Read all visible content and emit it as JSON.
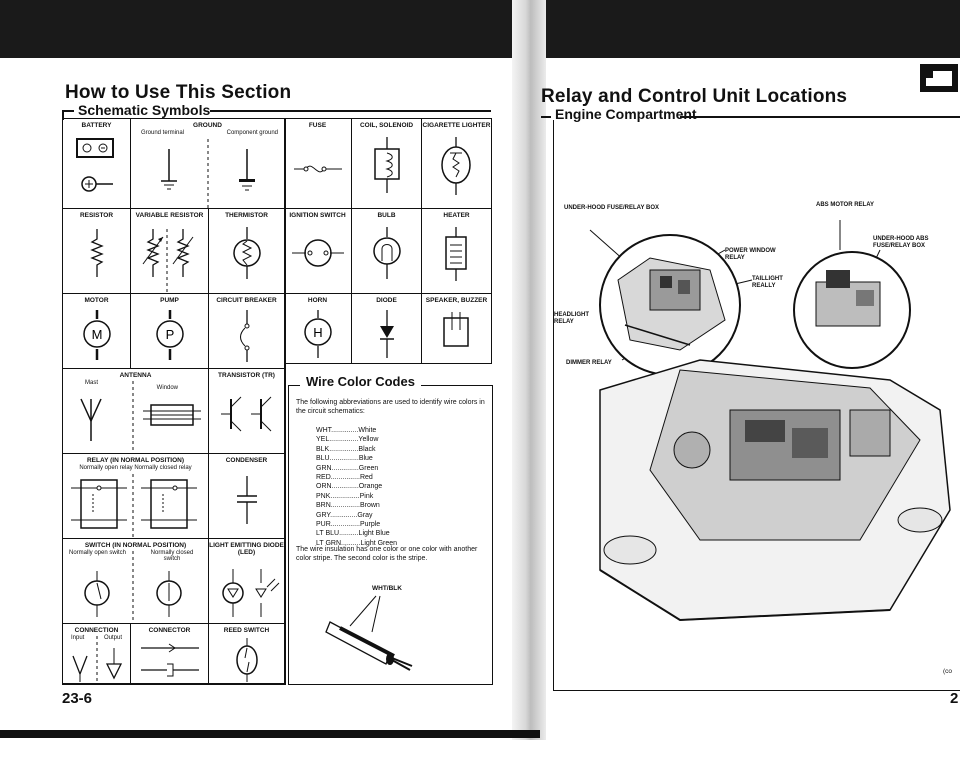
{
  "left_page": {
    "title": "How to Use This Section",
    "subtitle": "Schematic Symbols",
    "page_number": "23-6",
    "symbols": {
      "battery": "BATTERY",
      "ground": "GROUND",
      "ground_terminal": "Ground terminal",
      "ground_component": "Component ground",
      "fuse": "FUSE",
      "coil_solenoid": "COIL, SOLENOID",
      "cigarette_lighter": "CIGARETTE LIGHTER",
      "resistor": "RESISTOR",
      "variable_resistor": "VARIABLE RESISTOR",
      "thermistor": "THERMISTOR",
      "ignition_switch": "IGNITION SWITCH",
      "bulb": "BULB",
      "heater": "HEATER",
      "motor": "MOTOR",
      "motor_letter": "M",
      "pump": "PUMP",
      "pump_letter": "P",
      "circuit_breaker": "CIRCUIT BREAKER",
      "horn": "HORN",
      "horn_letter": "H",
      "diode": "DIODE",
      "speaker_buzzer": "SPEAKER, BUZZER",
      "antenna": "ANTENNA",
      "antenna_mast": "Mast",
      "antenna_window": "Window",
      "transistor": "TRANSISTOR (Tr)",
      "relay": "RELAY (In normal position)",
      "relay_types": "Normally open relay  Normally closed relay",
      "condenser": "CONDENSER",
      "switch": "SWITCH (In normal position)",
      "switch_open": "Normally open switch",
      "switch_closed": "Normally closed switch",
      "led": "LIGHT EMITTING DIODE (LED)",
      "connection": "CONNECTION",
      "connection_input": "Input",
      "connection_output": "Output",
      "connector": "CONNECTOR",
      "reed_switch": "REED SWITCH"
    },
    "wire_color_codes": {
      "title": "Wire Color Codes",
      "intro": "The following abbreviations are used to identify wire colors in the circuit schematics:",
      "codes": [
        {
          "abbr": "WHT",
          "dots": "..............",
          "color": "White"
        },
        {
          "abbr": "YEL",
          "dots": "...............",
          "color": "Yellow"
        },
        {
          "abbr": "BLK",
          "dots": "...............",
          "color": "Black"
        },
        {
          "abbr": "BLU",
          "dots": "...............",
          "color": "Blue"
        },
        {
          "abbr": "GRN",
          "dots": "..............",
          "color": "Green"
        },
        {
          "abbr": "RED",
          "dots": "...............",
          "color": "Red"
        },
        {
          "abbr": "ORN",
          "dots": "..............",
          "color": "Orange"
        },
        {
          "abbr": "PNK",
          "dots": "...............",
          "color": "Pink"
        },
        {
          "abbr": "BRN",
          "dots": "...............",
          "color": "Brown"
        },
        {
          "abbr": "GRY",
          "dots": "..............",
          "color": "Gray"
        },
        {
          "abbr": "PUR",
          "dots": "...............",
          "color": "Purple"
        },
        {
          "abbr": "LT BLU",
          "dots": "..........",
          "color": "Light Blue"
        },
        {
          "abbr": "LT GRN",
          "dots": "..........",
          "color": "Light Green"
        }
      ],
      "footer": "The wire insulation has one color or one color with another color stripe. The second color is the stripe.",
      "wire_label": "WHT/BLK"
    }
  },
  "right_page": {
    "title": "Relay and Control Unit Locations",
    "subtitle": "Engine Compartment",
    "page_number": "2",
    "callouts": {
      "under_hood_box": "UNDER-HOOD FUSE/RELAY BOX",
      "abs_motor_relay": "ABS MOTOR RELAY",
      "under_hood_abs": "UNDER-HOOD ABS FUSE/RELAY BOX",
      "power_window_relay": "POWER WINDOW RELAY",
      "taillight_relay": "TAILLIGHT REALLY",
      "headlight_relay": "HEADLIGHT RELAY",
      "dimmer_relay": "DIMMER RELAY"
    },
    "continued": "(co"
  },
  "colors": {
    "ink": "#111111",
    "paper": "#ffffff",
    "band": "#1a1a1a"
  }
}
